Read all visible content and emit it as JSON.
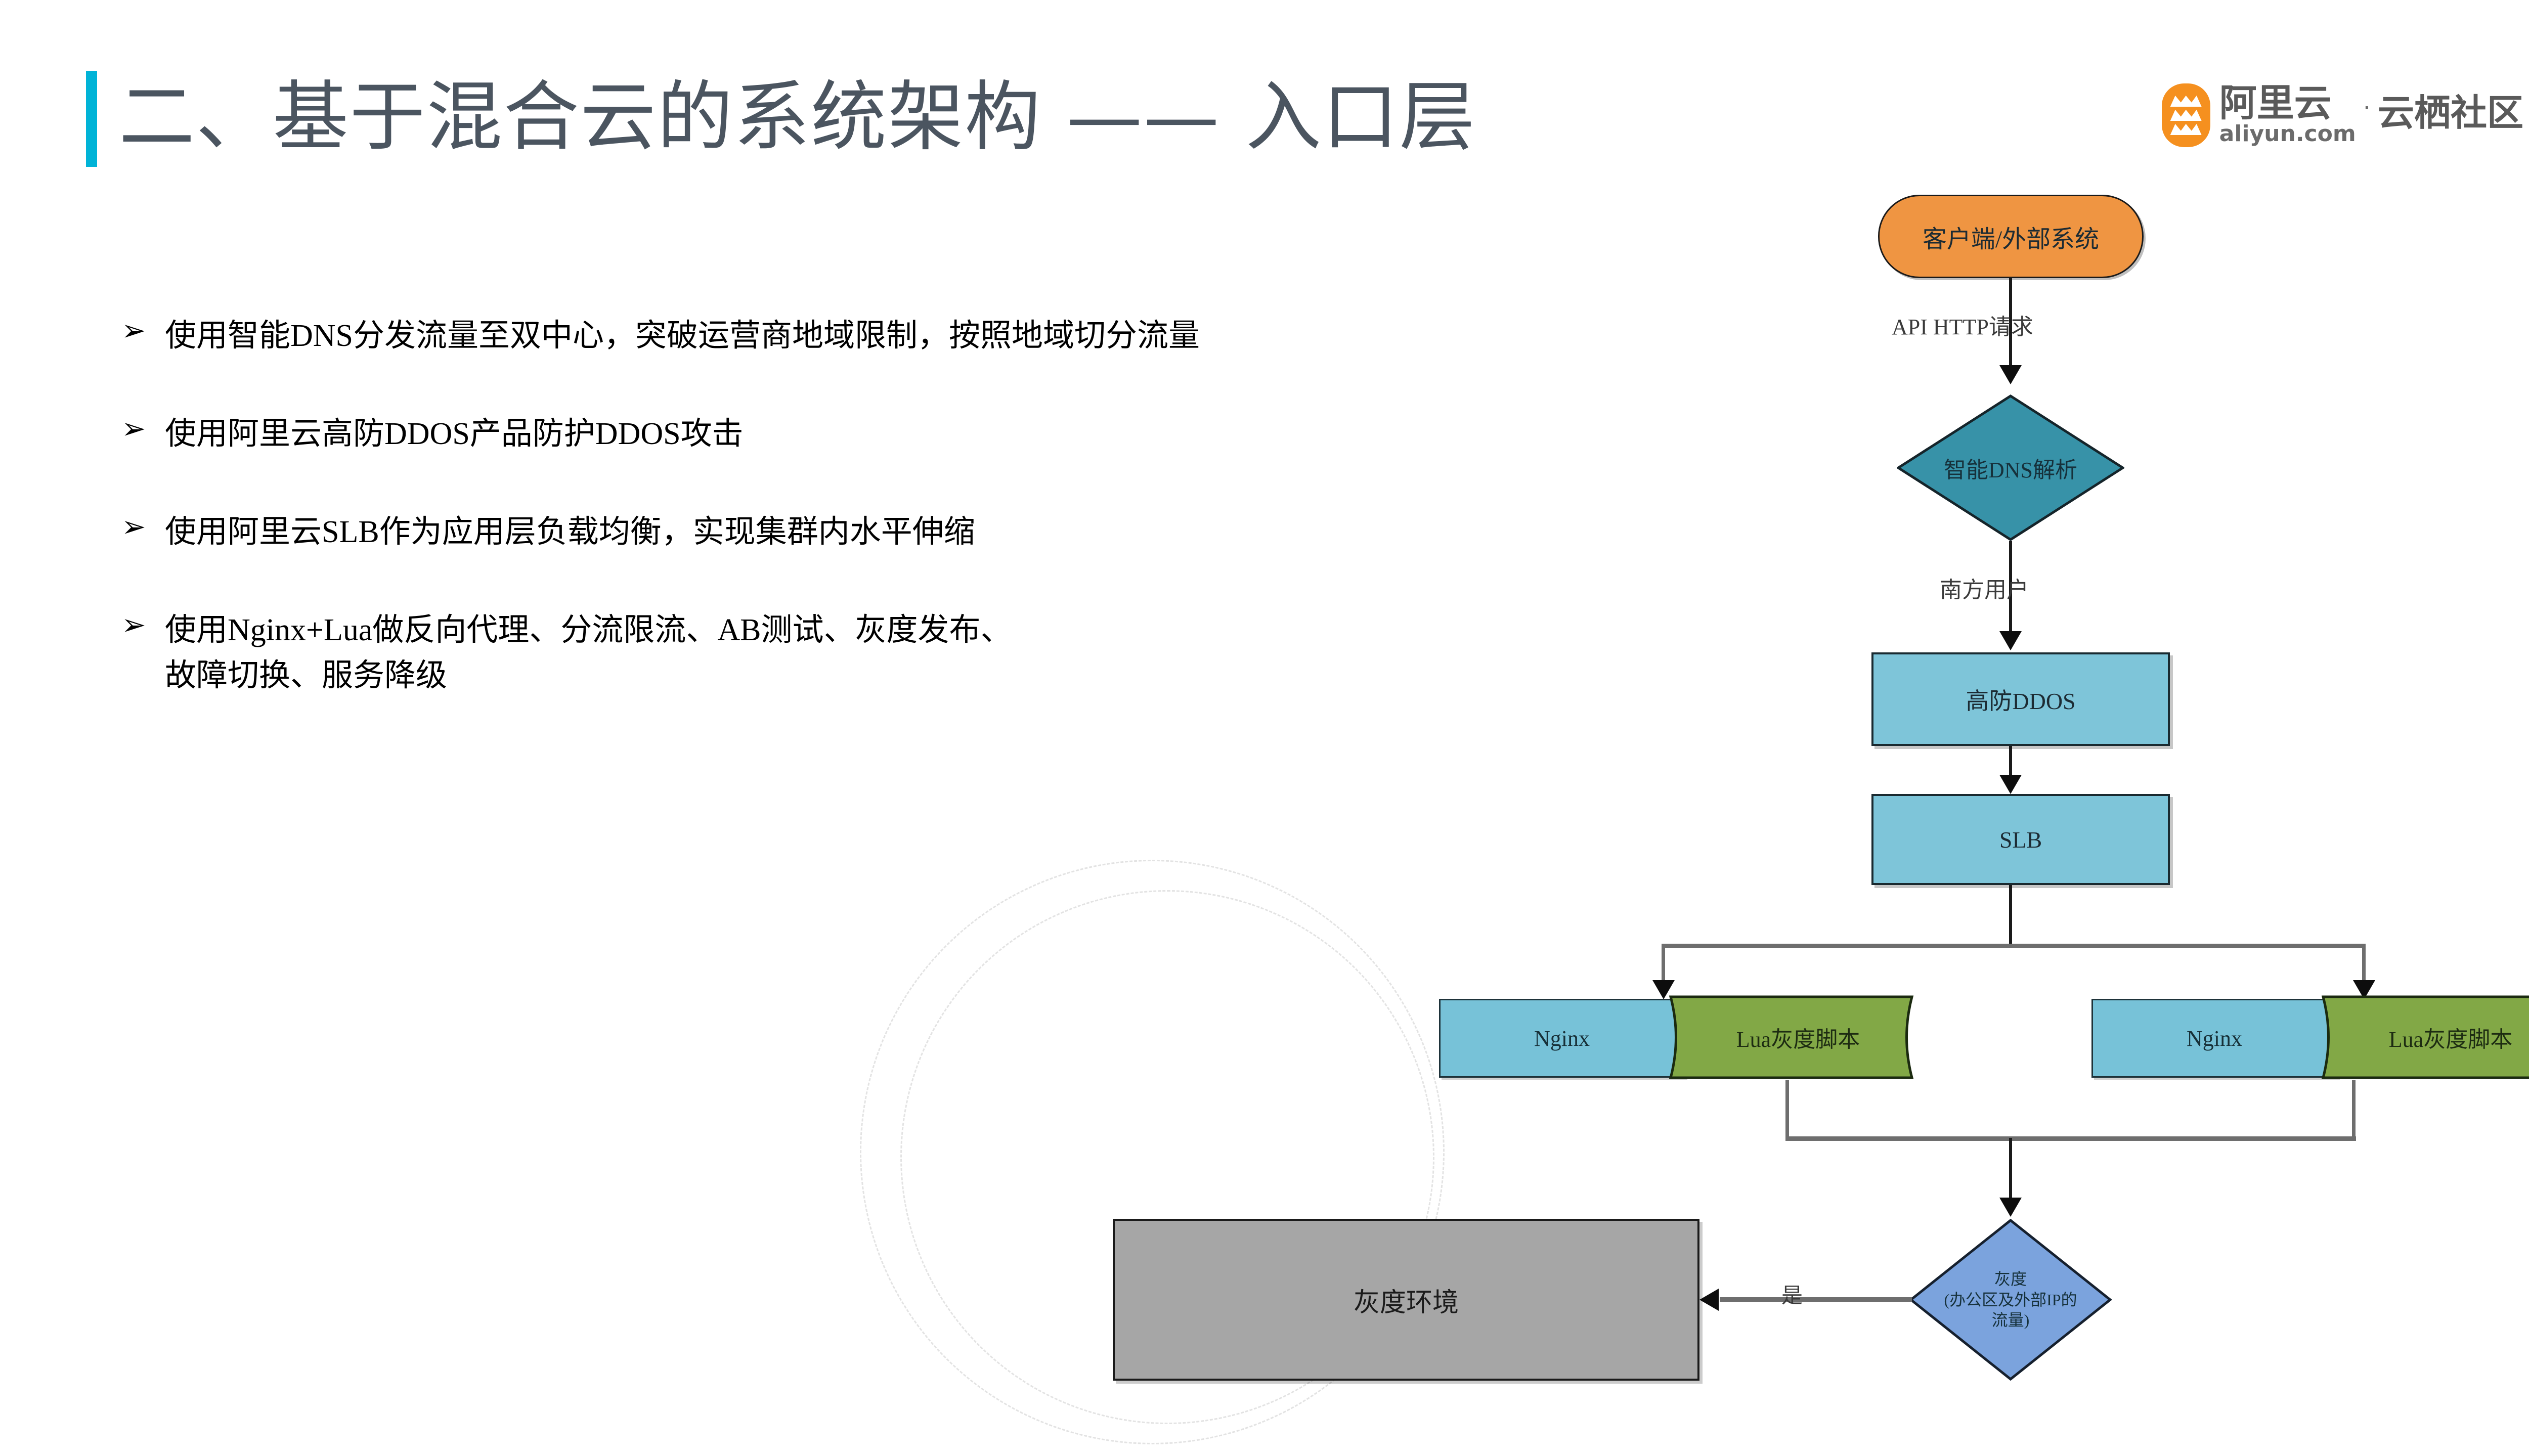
{
  "slide": {
    "title": "二、基于混合云的系统架构 —— 入口层",
    "accent_color": "#00b3d7"
  },
  "logo": {
    "brand_cn": "阿里云",
    "brand_url": "aliyun.com",
    "separator": "·",
    "community": "云栖社区",
    "mark_color": "#f5901f",
    "icon": "aliyun-cloud-icon"
  },
  "bullets": [
    {
      "marker": "➢",
      "text": "使用智能DNS分发流量至双中心，突破运营商地域限制，按照地域切分流量"
    },
    {
      "marker": "➢",
      "text": "使用阿里云高防DDOS产品防护DDOS攻击"
    },
    {
      "marker": "➢",
      "text": "使用阿里云SLB作为应用层负载均衡，实现集群内水平伸缩"
    },
    {
      "marker": "➢",
      "text": "使用Nginx+Lua做反向代理、分流限流、AB测试、灰度发布、\n  故障切换、服务降级"
    }
  ],
  "flowchart": {
    "nodes": {
      "client": {
        "label": "客户端/外部系统",
        "shape": "rounded",
        "color": "#ef9542"
      },
      "dns": {
        "label": "智能DNS解析",
        "shape": "diamond",
        "color": "#3792a8"
      },
      "ddos": {
        "label": "高防DDOS",
        "shape": "rect",
        "color": "#7ec5d9"
      },
      "slb": {
        "label": "SLB",
        "shape": "rect",
        "color": "#7ec5d9"
      },
      "nginx_left": {
        "label": "Nginx",
        "shape": "rect",
        "color": "#77c2d8"
      },
      "lua_left": {
        "label": "Lua灰度脚本",
        "shape": "flag",
        "color": "#82a846"
      },
      "nginx_right": {
        "label": "Nginx",
        "shape": "rect",
        "color": "#77c2d8"
      },
      "lua_right": {
        "label": "Lua灰度脚本",
        "shape": "flag",
        "color": "#82a846"
      },
      "gray_decision": {
        "label": "灰度\n(办公区及外部IP的\n流量)",
        "shape": "diamond",
        "color": "#7ba3dd"
      },
      "gray_env": {
        "label": "灰度环境",
        "shape": "rect",
        "color": "#a6a6a6"
      }
    },
    "edge_labels": {
      "api_http": "API HTTP请求",
      "south_users": "南方用户",
      "yes": "是"
    }
  }
}
